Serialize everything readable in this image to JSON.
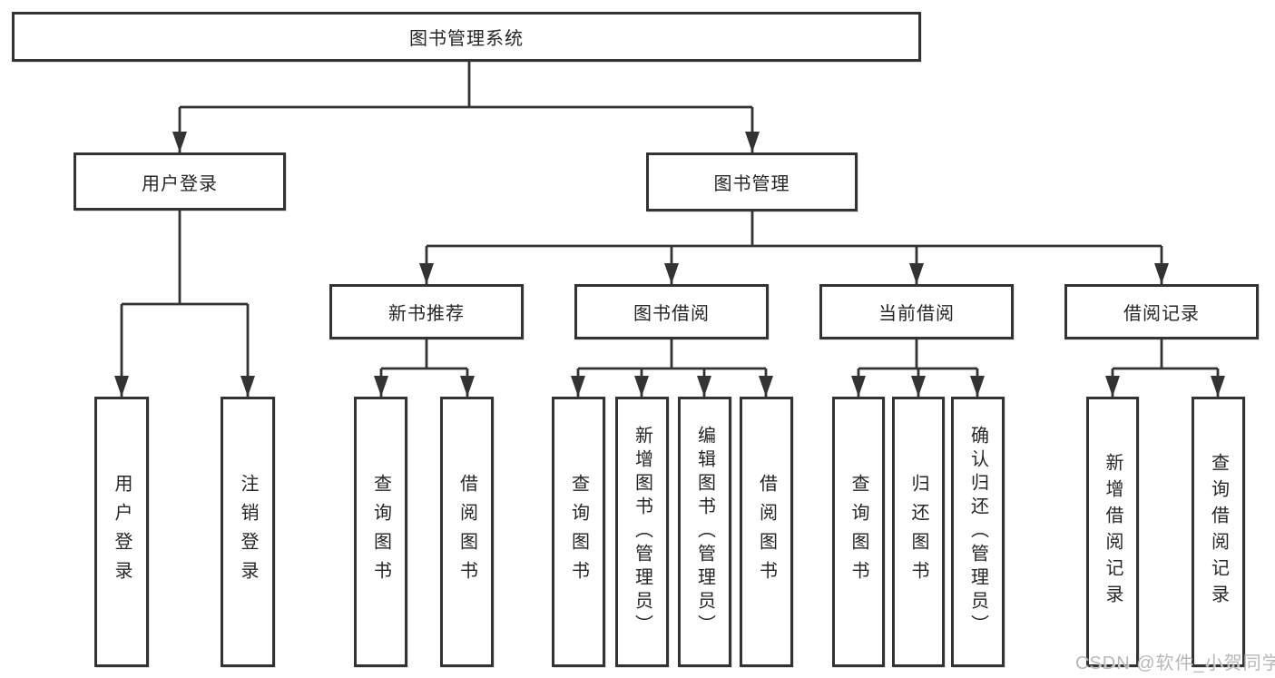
{
  "tree": {
    "root": {
      "label": "图书管理系统"
    },
    "level2": [
      {
        "label": "用户登录"
      },
      {
        "label": "图书管理"
      }
    ],
    "level3": [
      {
        "label": "新书推荐"
      },
      {
        "label": "图书借阅"
      },
      {
        "label": "当前借阅"
      },
      {
        "label": "借阅记录"
      }
    ],
    "leaves": [
      {
        "group": "用户登录",
        "label": "用户登录"
      },
      {
        "group": "用户登录",
        "label": "注销登录"
      },
      {
        "group": "新书推荐",
        "label": "查询图书"
      },
      {
        "group": "新书推荐",
        "label": "借阅图书"
      },
      {
        "group": "图书借阅",
        "label": "查询图书"
      },
      {
        "group": "图书借阅",
        "label": "新增图书（管理员）"
      },
      {
        "group": "图书借阅",
        "label": "编辑图书（管理员）"
      },
      {
        "group": "图书借阅",
        "label": "借阅图书"
      },
      {
        "group": "当前借阅",
        "label": "查询图书"
      },
      {
        "group": "当前借阅",
        "label": "归还图书"
      },
      {
        "group": "当前借阅",
        "label": "确认归还（管理员）"
      },
      {
        "group": "借阅记录",
        "label": "新增借阅记录"
      },
      {
        "group": "借阅记录",
        "label": "查询借阅记录"
      }
    ]
  },
  "watermark": {
    "text": "CSDN @软件_小贺同学"
  },
  "colors": {
    "line": "#333333",
    "text": "#262626",
    "background": "#ffffff",
    "watermark": "#b8b8b8"
  }
}
